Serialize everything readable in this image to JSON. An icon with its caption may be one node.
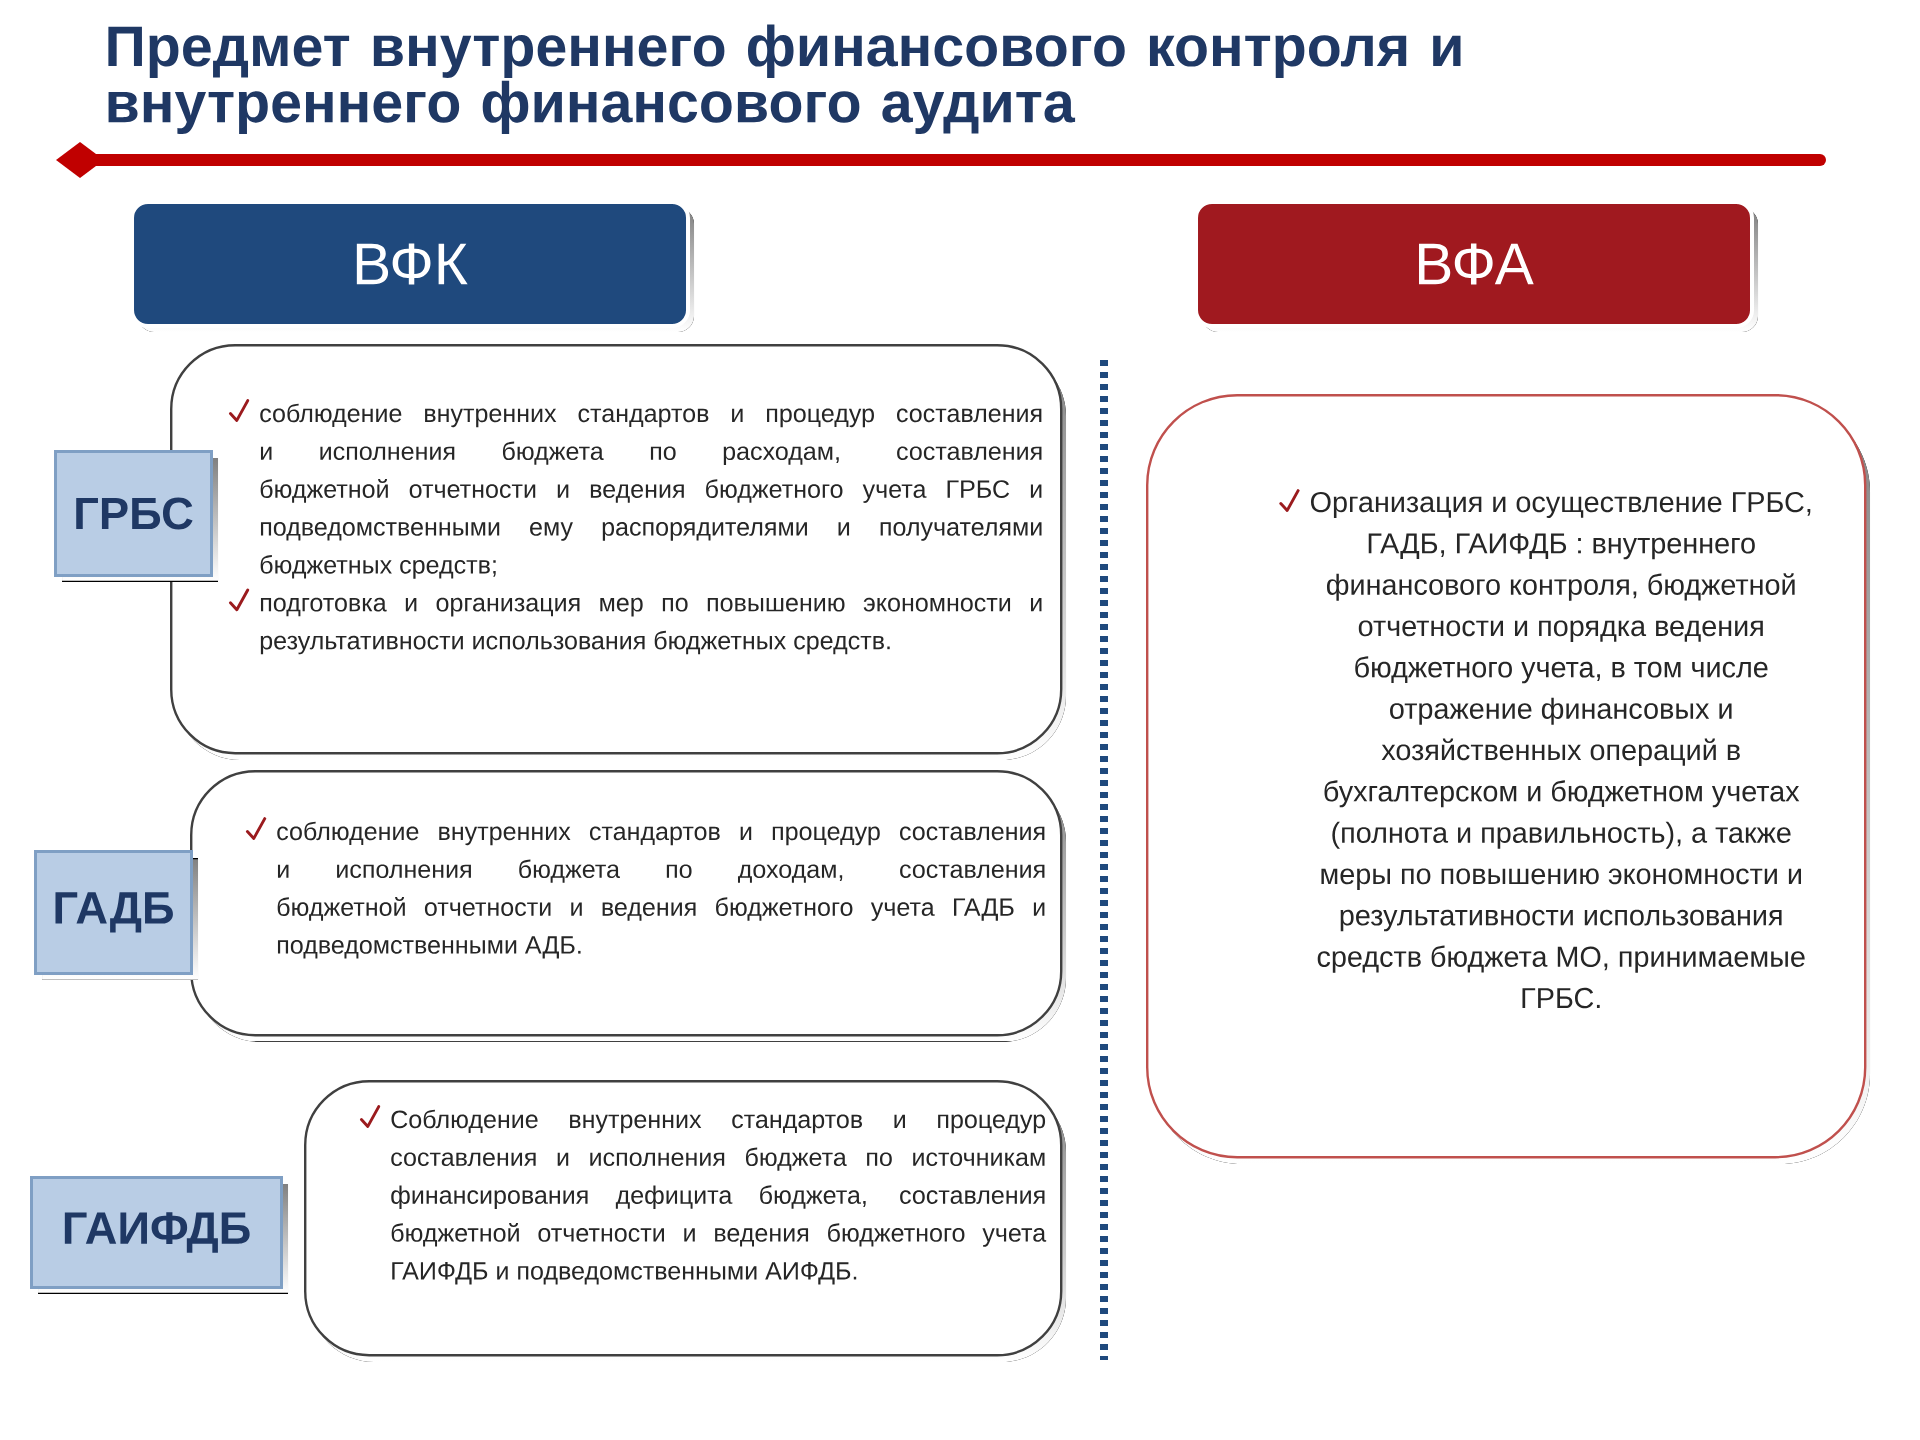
{
  "diagram": {
    "title": "Предмет внутреннего финансового контроля и внутреннего финансового аудита",
    "nodes": [
      {
        "text": [
          "ВФК"
        ]
      },
      {
        "text": [
          "ВФА"
        ]
      },
      {
        "text": [
          "соблюдение внутренних стандартов и процедур составления и исполнения бюджета по расходам, составления бюджетной отчетности и ведения бюджетного учета ГРБС и подведомственными ему распорядителями и получателями бюджетных средств;",
          "подготовка и организация мер по повышению экономности и результативности использования бюджетных средств."
        ]
      },
      {
        "text": [
          "ГРБС"
        ]
      },
      {
        "text": [
          "соблюдение внутренних стандартов и процедур составления и исполнения бюджета по доходам, составления бюджетной отчетности и ведения бюджетного учета ГАДБ и подведомственными АДБ."
        ]
      },
      {
        "text": [
          "ГАДБ"
        ]
      },
      {
        "text": [
          "Соблюдение внутренних стандартов и процедур составления и исполнения бюджета по источникам финансирования дефицита бюджета, составления бюджетной отчетности и ведения бюджетного учета ГАИФДБ и подведомственными АИФДБ."
        ]
      },
      {
        "text": [
          "ГАИФДБ"
        ]
      },
      {
        "text": [
          "Организация и осуществление ГРБС, ГАДБ, ГАИФДБ : внутреннего финансового контроля, бюджетной отчетности и порядка ведения бюджетного учета, в том числе отражение финансовых и хозяйственных операций в бухгалтерском и бюджетном учетах (полнота и правильность), а также меры по повышению экономности и результативности использования средств бюджета МО, принимаемые ГРБС."
        ]
      }
    ]
  }
}
